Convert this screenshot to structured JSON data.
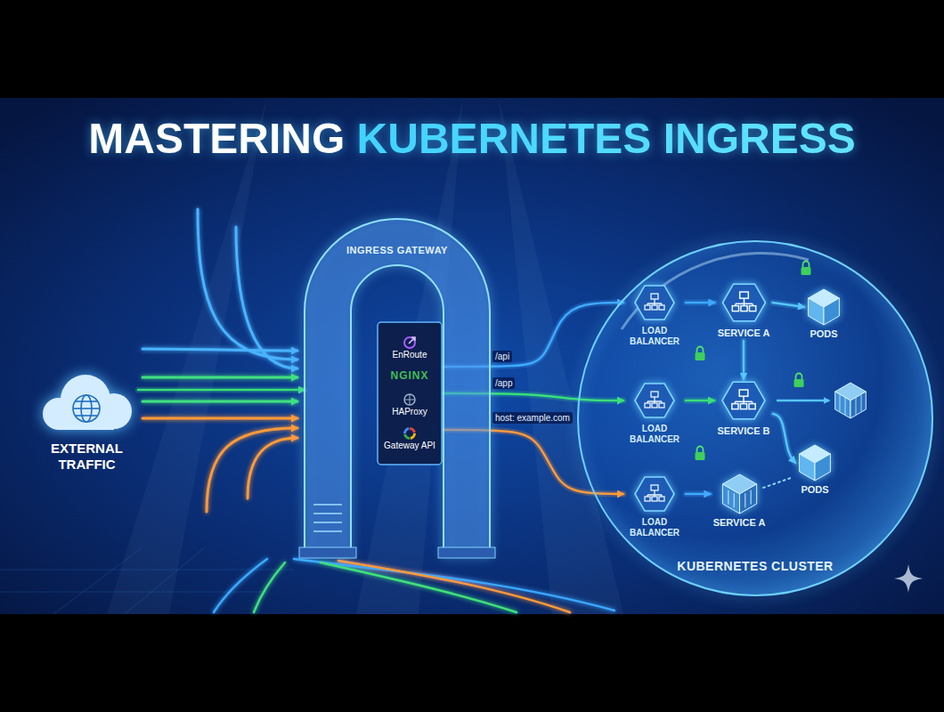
{
  "diagram": {
    "title": "MASTERING KUBERNETES INGRESS",
    "nodes": [
      {
        "text": [
          "EXTERNAL TRAFFIC"
        ]
      },
      {
        "text": [
          "INGRESS GATEWAY"
        ]
      },
      {
        "text": [
          "EnRoute",
          "NGINX",
          "HAProxy",
          "Gateway API"
        ],
        "in": 1
      },
      {
        "text": [
          "KUBERNETES CLUSTER"
        ]
      },
      {
        "text": [
          "LOAD BALANCER"
        ],
        "in": 3
      },
      {
        "text": [
          "SERVICE A"
        ],
        "in": 3
      },
      {
        "text": [
          "PODS"
        ],
        "in": 3
      },
      {
        "text": [
          "LOAD BALANCER"
        ],
        "in": 3
      },
      {
        "text": [
          "SERVICE B"
        ],
        "in": 3
      },
      {
        "text": [
          "PODS"
        ],
        "in": 3
      },
      {
        "text": [
          "LOAD BALANCER"
        ],
        "in": 3
      },
      {
        "text": [
          "SERVICE A"
        ],
        "in": 3
      }
    ],
    "edges": [
      {
        "from": 0,
        "to": 1,
        "arrow": "to"
      },
      {
        "from": 2,
        "to": 4,
        "label": "/api",
        "arrow": "to"
      },
      {
        "from": 2,
        "to": 7,
        "label": "/app",
        "arrow": "to"
      },
      {
        "from": 2,
        "to": 10,
        "label": "host: example.com",
        "arrow": "to"
      },
      {
        "from": 4,
        "to": 5,
        "arrow": "to"
      },
      {
        "from": 5,
        "to": 6,
        "arrow": "to"
      },
      {
        "from": 5,
        "to": 8,
        "arrow": "to"
      },
      {
        "from": 7,
        "to": 8,
        "arrow": "to"
      },
      {
        "from": 8,
        "to": 9,
        "arrow": "to"
      },
      {
        "from": 10,
        "to": 11,
        "arrow": "to"
      }
    ]
  }
}
